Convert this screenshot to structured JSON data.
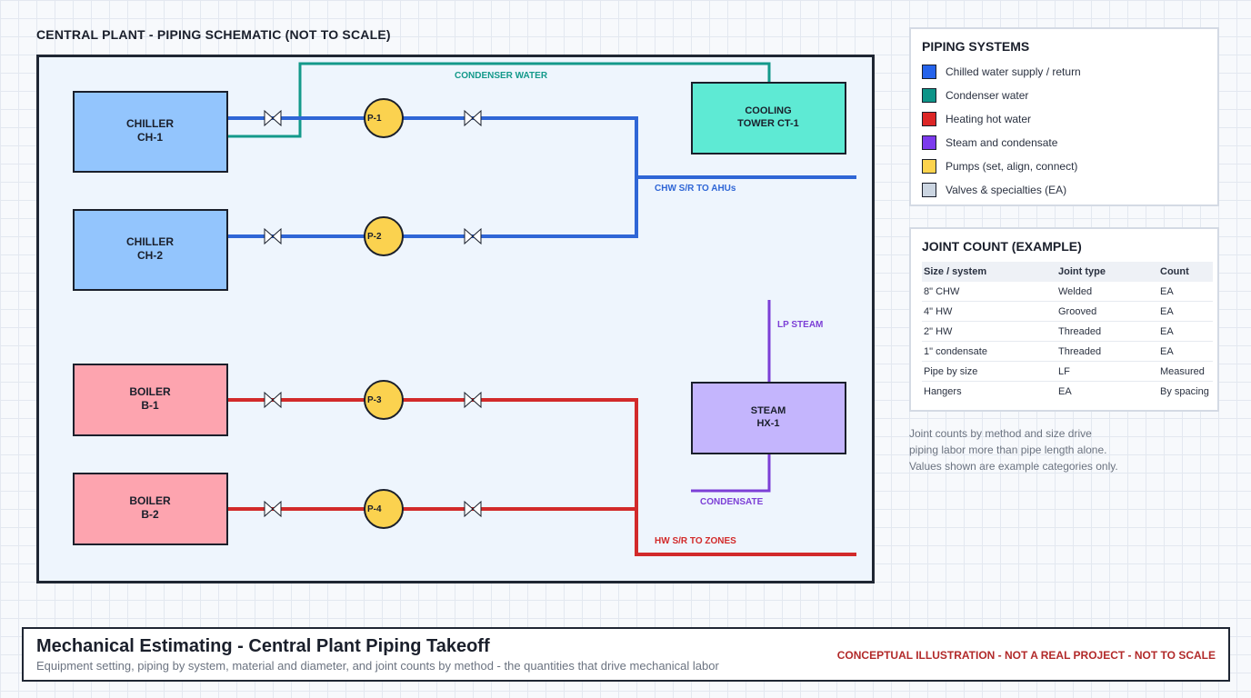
{
  "schematic": {
    "title": "CENTRAL PLANT - PIPING SCHEMATIC (NOT TO SCALE)",
    "equipment": {
      "ch1": [
        "CHILLER",
        "CH-1"
      ],
      "ch2": [
        "CHILLER",
        "CH-2"
      ],
      "b1": [
        "BOILER",
        "B-1"
      ],
      "b2": [
        "BOILER",
        "B-2"
      ],
      "ct1": [
        "COOLING",
        "TOWER CT-1"
      ],
      "hx1": [
        "STEAM",
        "HX-1"
      ]
    },
    "pumps": {
      "p1": "P-1",
      "p2": "P-2",
      "p3": "P-3",
      "p4": "P-4"
    },
    "pipe_labels": {
      "condenser": "CONDENSER WATER",
      "chw": "CHW S/R TO AHUs",
      "lp_steam": "LP STEAM",
      "condensate": "CONDENSATE",
      "hw": "HW S/R TO ZONES"
    },
    "colors": {
      "chw": "#2f66d6",
      "condenser": "#13998a",
      "hw": "#d22a2a",
      "steam": "#7c3fd6",
      "pump": "#fbd24f",
      "chiller_fill": "#93c5fd",
      "boiler_fill": "#fda4af",
      "tower_fill": "#5eead4",
      "hx_fill": "#c4b5fd"
    }
  },
  "legend": {
    "title": "PIPING SYSTEMS",
    "items": [
      {
        "label": "Chilled water supply / return",
        "color": "#2563eb"
      },
      {
        "label": "Condenser water",
        "color": "#0d9488"
      },
      {
        "label": "Heating hot water",
        "color": "#dc2626"
      },
      {
        "label": "Steam and condensate",
        "color": "#7c3aed"
      },
      {
        "label": "Pumps (set, align, connect)",
        "color": "#fcd34d"
      },
      {
        "label": "Valves & specialties (EA)",
        "color": "#cbd5e1"
      }
    ]
  },
  "joint_count": {
    "title": "JOINT COUNT (EXAMPLE)",
    "headers": [
      "Size / system",
      "Joint type",
      "Count"
    ],
    "rows": [
      [
        "8\" CHW",
        "Welded",
        "EA"
      ],
      [
        "4\" HW",
        "Grooved",
        "EA"
      ],
      [
        "2\" HW",
        "Threaded",
        "EA"
      ],
      [
        "1\" condensate",
        "Threaded",
        "EA"
      ],
      [
        "Pipe by size",
        "LF",
        "Measured"
      ],
      [
        "Hangers",
        "EA",
        "By spacing"
      ]
    ]
  },
  "note": {
    "lines": [
      "Joint counts by method and size drive",
      "piping labor more than pipe length alone.",
      "Values shown are example categories only."
    ]
  },
  "footer": {
    "title": "Mechanical Estimating - Central Plant Piping Takeoff",
    "subtitle": "Equipment setting, piping by system, material and diameter, and joint counts by method - the quantities that drive mechanical labor",
    "warning": "CONCEPTUAL ILLUSTRATION - NOT A REAL PROJECT - NOT TO SCALE"
  }
}
